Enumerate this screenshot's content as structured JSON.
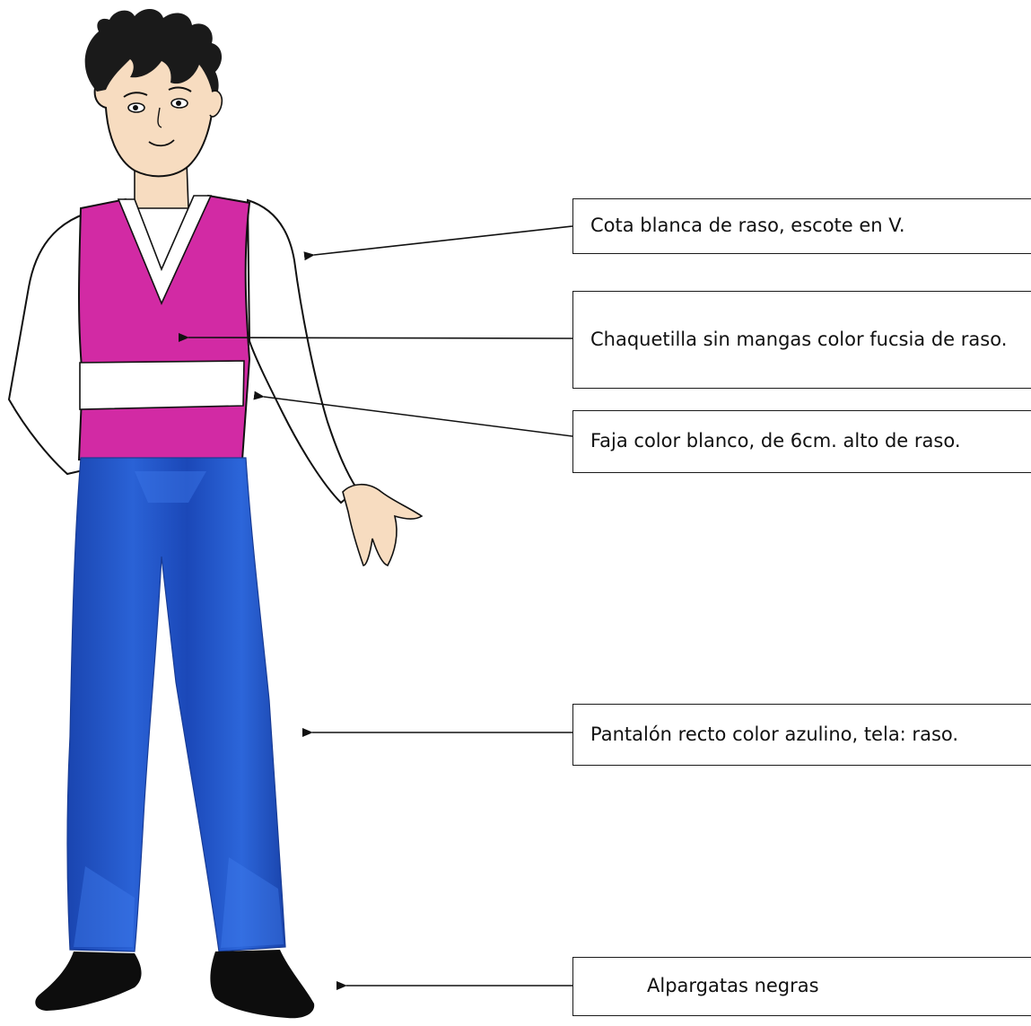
{
  "labels": {
    "cota": "Cota blanca de raso, escote en V.",
    "chaquetilla": "Chaquetilla sin mangas color fucsia de raso.",
    "faja": "Faja color blanco, de 6cm. alto de raso.",
    "pantalon": "Pantalón recto color azulino, tela: raso.",
    "alpargatas": "Alpargatas negras"
  },
  "colors": {
    "vest": "#d22aa4",
    "pants": "#1f4fc0",
    "shirt": "#ffffff",
    "skin": "#f7dcc0",
    "hair": "#1a1a1a",
    "shoes": "#0d0d0d",
    "line": "#111111"
  }
}
